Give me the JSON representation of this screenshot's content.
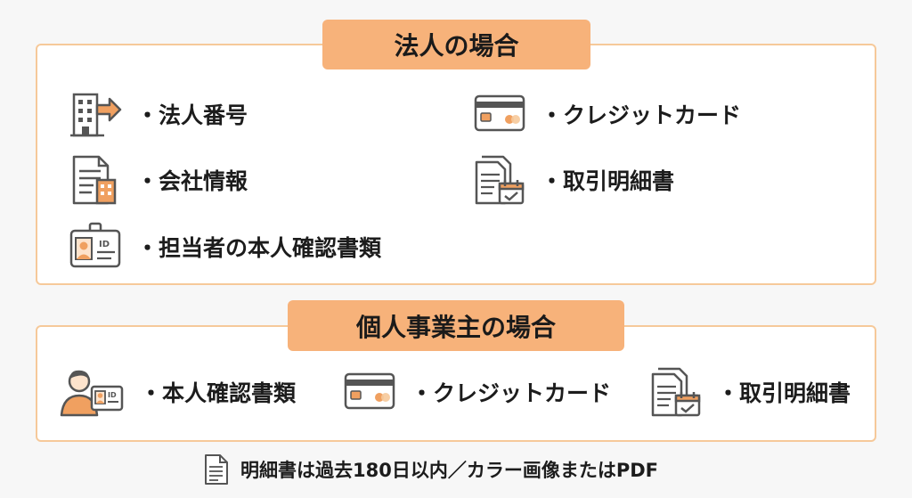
{
  "corporate": {
    "title": "法人の場合",
    "items": [
      {
        "label": "法人番号",
        "icon": "building-arrow-icon"
      },
      {
        "label": "会社情報",
        "icon": "company-document-icon"
      },
      {
        "label": "担当者の本人確認書類",
        "icon": "id-card-icon"
      },
      {
        "label": "クレジットカード",
        "icon": "credit-card-icon"
      },
      {
        "label": "取引明細書",
        "icon": "statement-calendar-icon"
      }
    ]
  },
  "individual": {
    "title": "個人事業主の場合",
    "items": [
      {
        "label": "本人確認書類",
        "icon": "person-id-icon"
      },
      {
        "label": "クレジットカード",
        "icon": "credit-card-icon"
      },
      {
        "label": "取引明細書",
        "icon": "statement-calendar-icon"
      }
    ]
  },
  "note": {
    "text": "明細書は過去180日以内／カラー画像またはPDF",
    "icon": "document-icon"
  },
  "colors": {
    "accent": "#f7b27a",
    "border": "#f6c99a",
    "icon_stroke": "#555555",
    "icon_orange": "#f0a060"
  }
}
